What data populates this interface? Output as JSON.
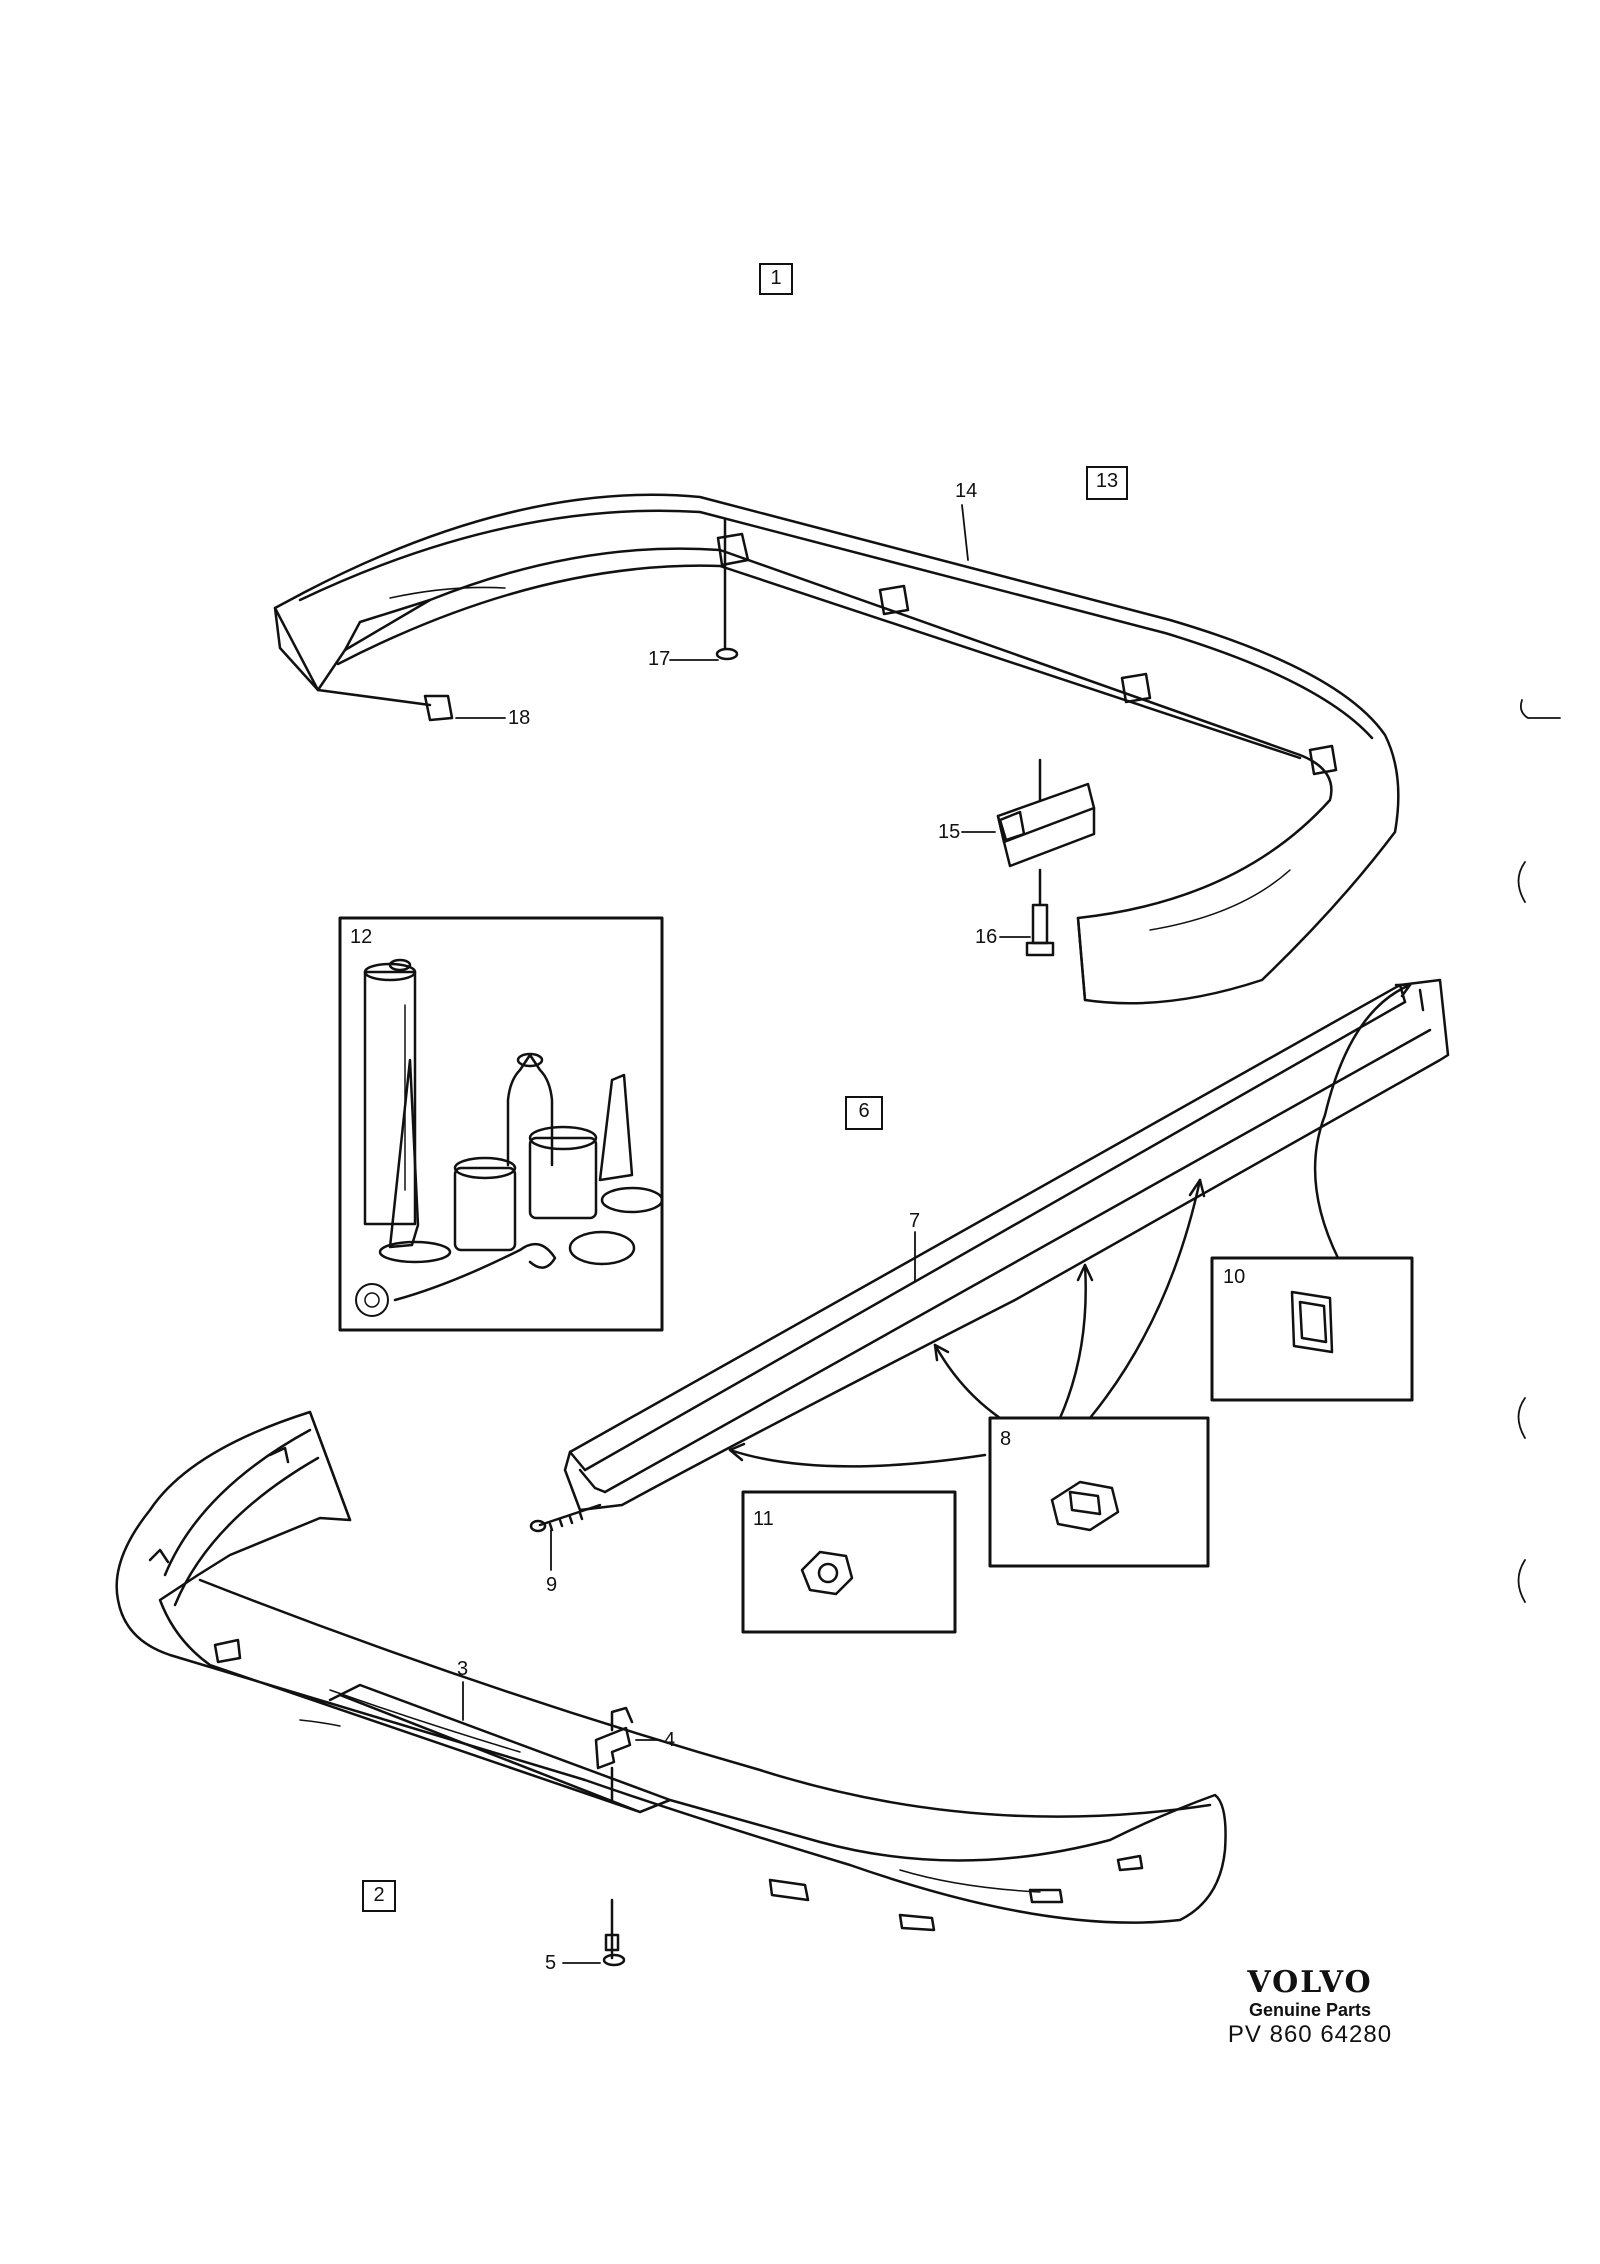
{
  "group_refs": {
    "g1": "1",
    "g13": "13",
    "g6": "6",
    "g2": "2"
  },
  "callouts": {
    "c14": "14",
    "c17": "17",
    "c18": "18",
    "c15": "15",
    "c16": "16",
    "c12": "12",
    "c7": "7",
    "c10": "10",
    "c8": "8",
    "c11": "11",
    "c9": "9",
    "c3": "3",
    "c4": "4",
    "c5": "5"
  },
  "brand": {
    "logo": "VOLVO",
    "tagline": "Genuine Parts",
    "part_number": "PV 860 64280"
  }
}
